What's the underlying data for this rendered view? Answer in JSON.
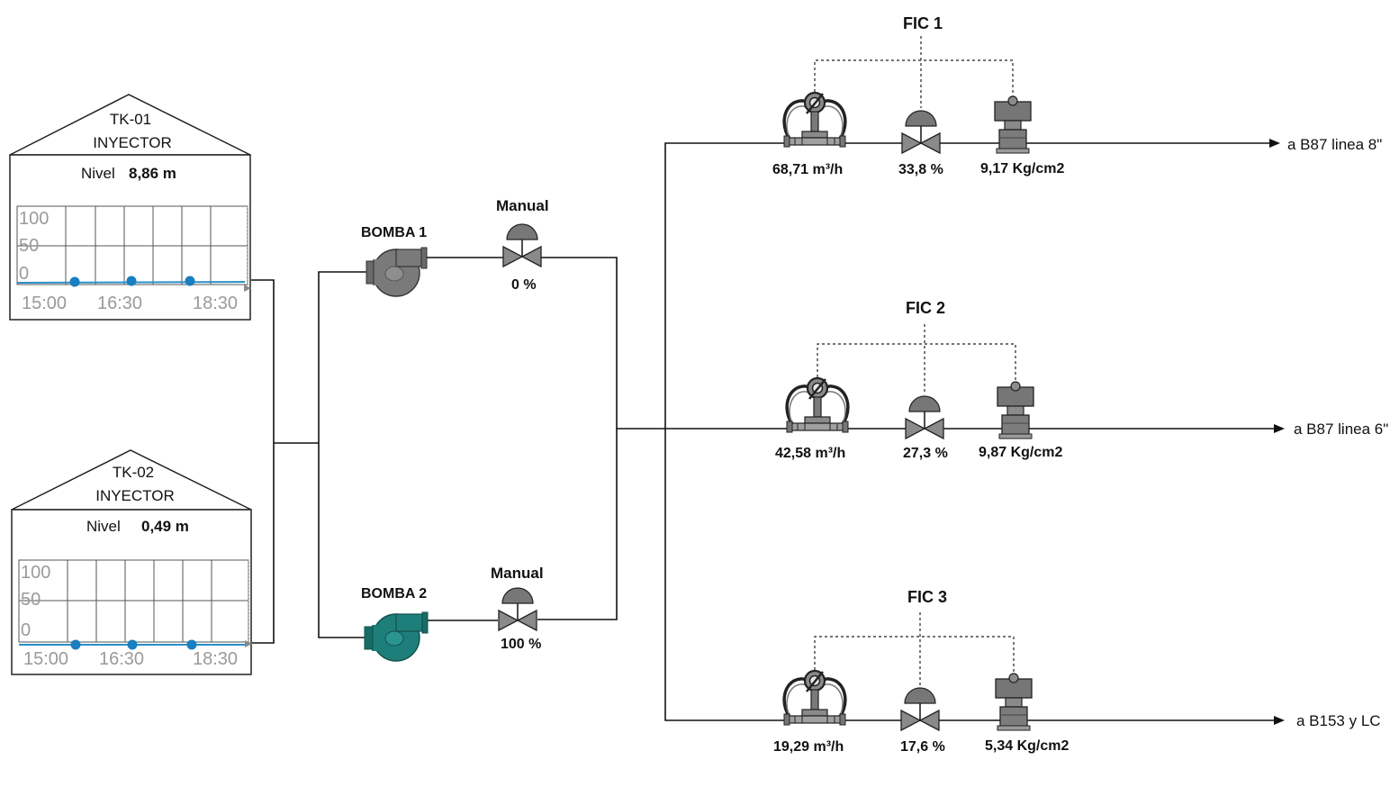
{
  "colors": {
    "pipe": "#111111",
    "pump_off": "#7a7a7a",
    "pump_on": "#1e7f7a",
    "trend_line": "#2b8fc8",
    "trend_dot": "#1a7fc0",
    "instrument": "#6d6d6d"
  },
  "tanks": [
    {
      "name": "TK-01",
      "subtitle": "INYECTOR",
      "level_label": "Nivel",
      "level_value": "8,86 m",
      "y_ticks": [
        "100",
        "50",
        "0"
      ],
      "x_ticks": [
        "15:00",
        "16:30",
        "18:30"
      ]
    },
    {
      "name": "TK-02",
      "subtitle": "INYECTOR",
      "level_label": "Nivel",
      "level_value": "0,49 m",
      "y_ticks": [
        "100",
        "50",
        "0"
      ],
      "x_ticks": [
        "15:00",
        "16:30",
        "18:30"
      ]
    }
  ],
  "pumps": [
    {
      "label": "BOMBA 1",
      "state": "off",
      "icon": "centrifugal-pump-icon"
    },
    {
      "label": "BOMBA 2",
      "state": "on",
      "icon": "centrifugal-pump-icon"
    }
  ],
  "manual_valves": [
    {
      "mode": "Manual",
      "opening": "0 %",
      "icon": "control-valve-icon"
    },
    {
      "mode": "Manual",
      "opening": "100 %",
      "icon": "control-valve-icon"
    }
  ],
  "controllers": [
    {
      "tag": "FIC 1",
      "flow": "68,71  m³/h",
      "valve": "33,8 %",
      "pressure": "9,17 Kg/cm2",
      "destination": "a B87 linea 8\""
    },
    {
      "tag": "FIC 2",
      "flow": "42,58  m³/h",
      "valve": "27,3 %",
      "pressure": "9,87 Kg/cm2",
      "destination": "a B87 linea 6\""
    },
    {
      "tag": "FIC 3",
      "flow": "19,29  m³/h",
      "valve": "17,6 %",
      "pressure": "5,34 Kg/cm2",
      "destination": "a B153 y LC"
    }
  ]
}
